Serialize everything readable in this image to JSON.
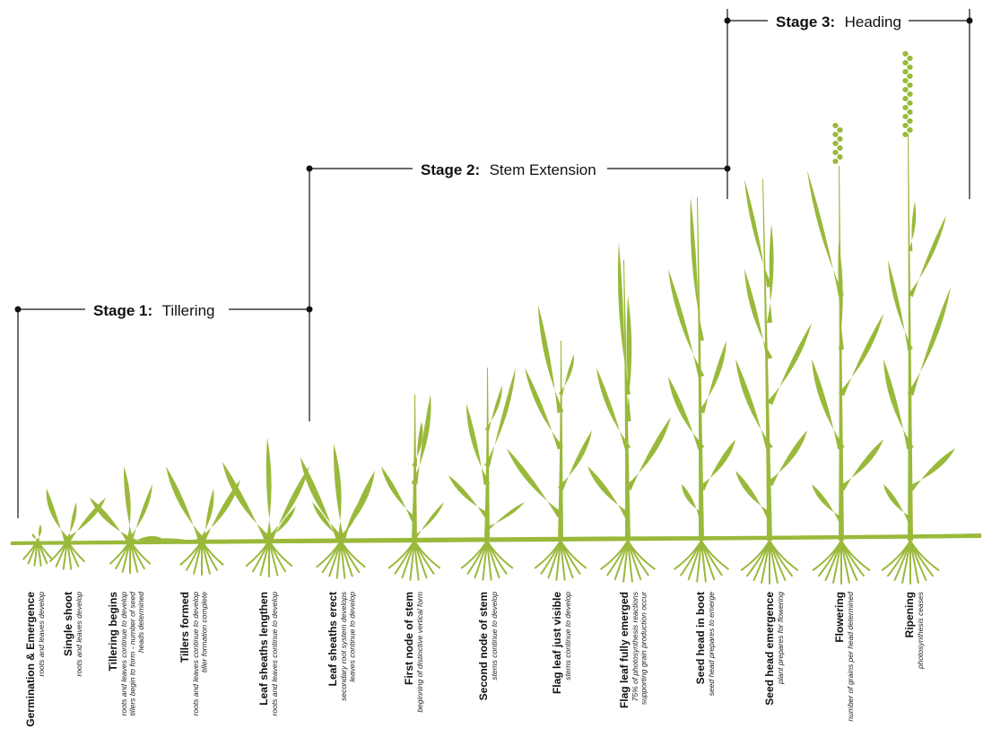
{
  "colors": {
    "plant": "#9ab93b",
    "line": "#111111",
    "background": "#ffffff"
  },
  "stages": [
    {
      "number": "Stage 1:",
      "name": "Tillering"
    },
    {
      "number": "Stage 2:",
      "name": "Stem Extension"
    },
    {
      "number": "Stage 3:",
      "name": "Heading"
    }
  ],
  "growth_steps": [
    {
      "title": "Germination & Emergence",
      "sub": [
        "roots and leaves develop"
      ]
    },
    {
      "title": "Single shoot",
      "sub": [
        "roots and leaves develop"
      ]
    },
    {
      "title": "Tillering begins",
      "sub": [
        "roots and leaves continue to develop",
        "tillers begin to form - number of seed",
        "heads determined"
      ]
    },
    {
      "title": "Tillers formed",
      "sub": [
        "roots and leaves continue to develop",
        "tiller formation complete"
      ]
    },
    {
      "title": "Leaf sheaths lengthen",
      "sub": [
        "roots and leaves continue to develop"
      ]
    },
    {
      "title": "Leaf sheaths erect",
      "sub": [
        "secondary root system develops",
        "leaves continue to develop"
      ]
    },
    {
      "title": "First node of stem",
      "sub": [
        "beginning of distinctive vertical form"
      ]
    },
    {
      "title": "Second node of stem",
      "sub": [
        "stems continue to develop"
      ]
    },
    {
      "title": "Flag leaf just visible",
      "sub": [
        "stems continue to develop"
      ]
    },
    {
      "title": "Flag leaf fully emerged",
      "sub": [
        "75% of photosynthesis reactions",
        "supporting grain production occur"
      ]
    },
    {
      "title": "Seed head in boot",
      "sub": [
        "seed head prepares to emerge"
      ]
    },
    {
      "title": "Seed head emergence",
      "sub": [
        "plant prepares for flowering"
      ]
    },
    {
      "title": "Flowering",
      "sub": [
        "number of grains per head determined"
      ]
    },
    {
      "title": "Ripening",
      "sub": [
        "photosynthesis ceases"
      ]
    }
  ]
}
